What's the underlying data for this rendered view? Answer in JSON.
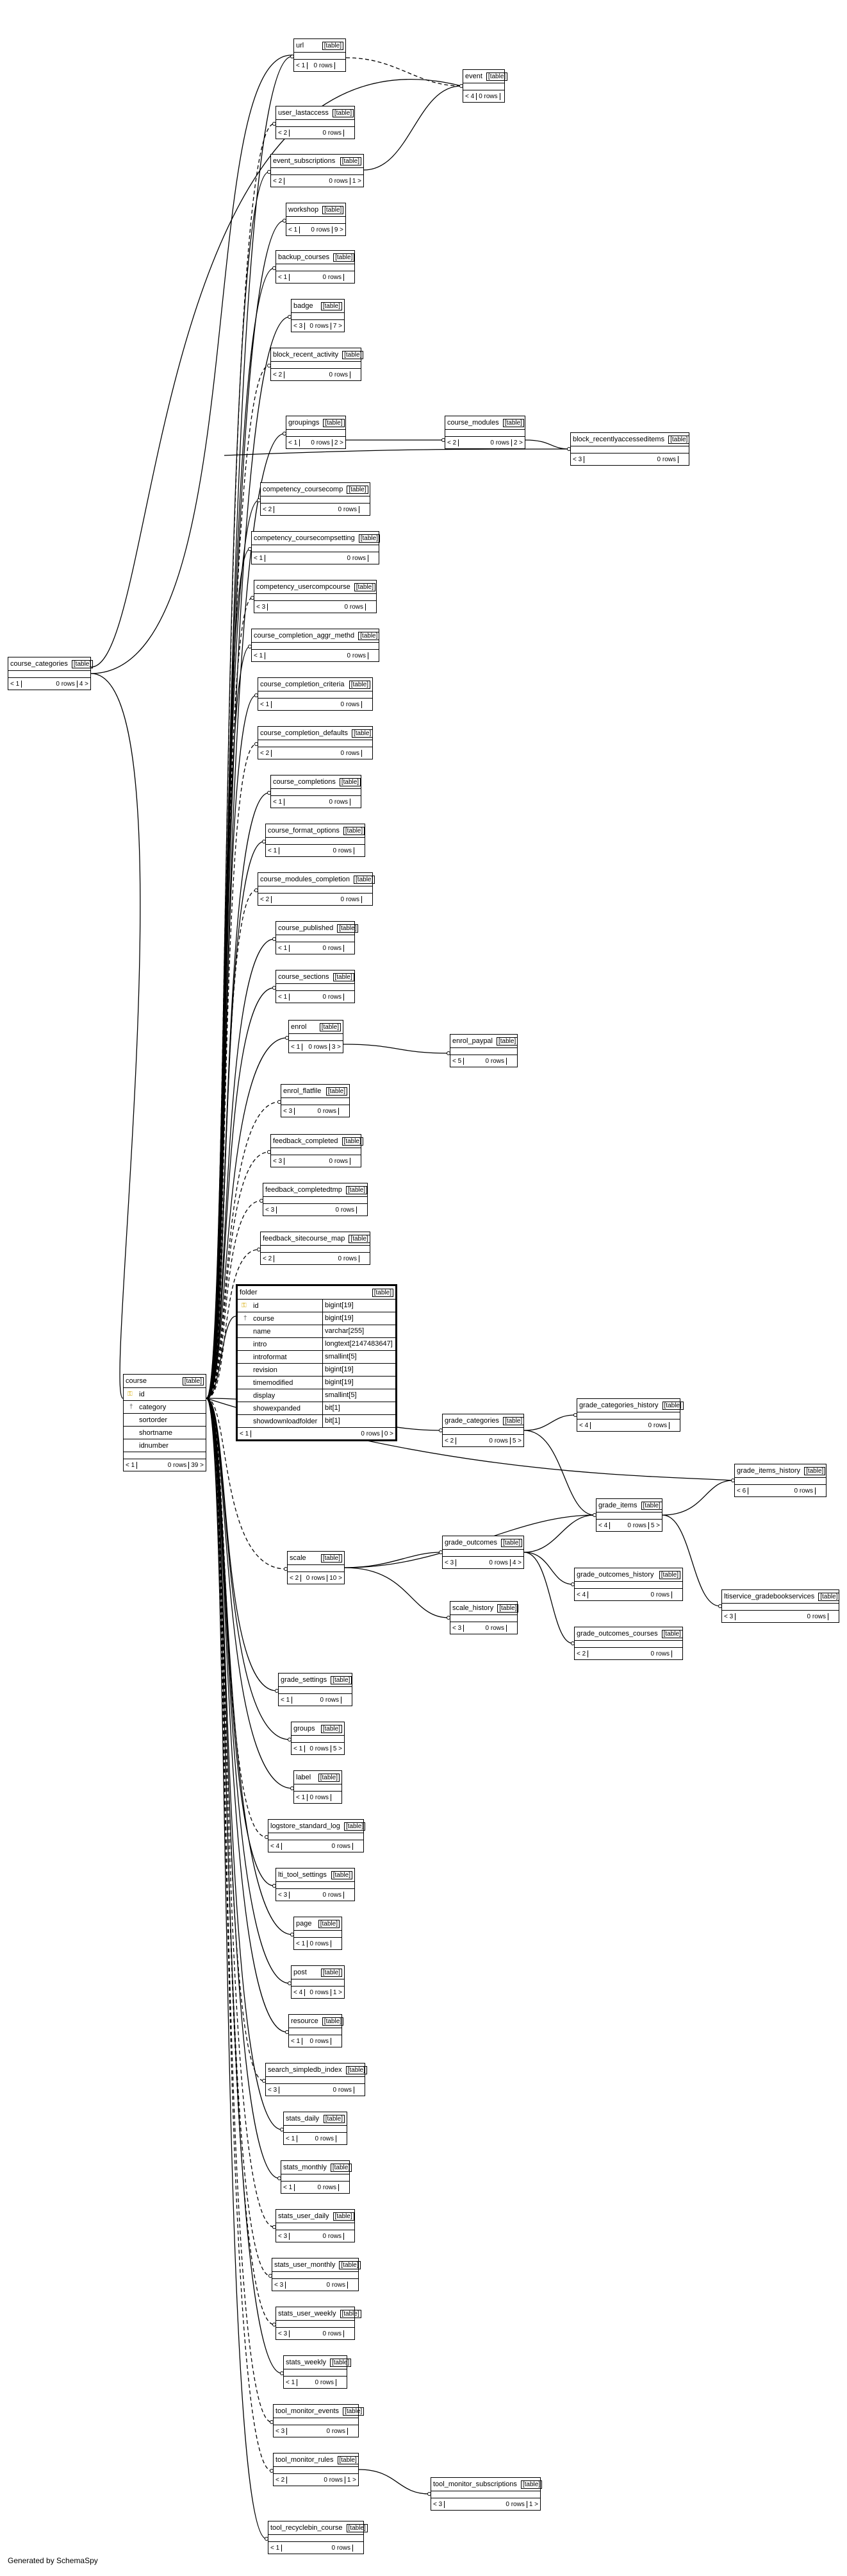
{
  "footer": "Generated by SchemaSpy",
  "table_tag": "[table]",
  "focus": {
    "name": "folder",
    "tag": "[table]",
    "columns": [
      {
        "name": "id",
        "type": "bigint[19]",
        "pk": true
      },
      {
        "name": "course",
        "type": "bigint[19]",
        "fk": true
      },
      {
        "name": "name",
        "type": "varchar[255]"
      },
      {
        "name": "intro",
        "type": "longtext[2147483647]"
      },
      {
        "name": "introformat",
        "type": "smallint[5]"
      },
      {
        "name": "revision",
        "type": "bigint[19]"
      },
      {
        "name": "timemodified",
        "type": "bigint[19]"
      },
      {
        "name": "display",
        "type": "smallint[5]"
      },
      {
        "name": "showexpanded",
        "type": "bit[1]"
      },
      {
        "name": "showdownloadfolder",
        "type": "bit[1]"
      }
    ],
    "children_label": "< 1",
    "rows_label": "0 rows",
    "parents_label": "0 >"
  },
  "course": {
    "name": "course",
    "tag": "[table]",
    "columns": [
      {
        "name": "id",
        "pk": true
      },
      {
        "name": "category",
        "fk": true
      },
      {
        "name": "sortorder"
      },
      {
        "name": "shortname"
      },
      {
        "name": "idnumber"
      }
    ],
    "children_label": "< 1",
    "rows_label": "0 rows",
    "parents_label": "39 >"
  },
  "tables": [
    {
      "id": "url",
      "name": "url",
      "c": "< 1",
      "r": "0 rows",
      "p": ""
    },
    {
      "id": "event",
      "name": "event",
      "c": "< 4",
      "r": "0 rows",
      "p": ""
    },
    {
      "id": "user_lastaccess",
      "name": "user_lastaccess",
      "c": "< 2",
      "r": "0 rows",
      "p": ""
    },
    {
      "id": "event_subscriptions",
      "name": "event_subscriptions",
      "c": "< 2",
      "r": "0 rows",
      "p": "1 >"
    },
    {
      "id": "workshop",
      "name": "workshop",
      "c": "< 1",
      "r": "0 rows",
      "p": "9 >"
    },
    {
      "id": "backup_courses",
      "name": "backup_courses",
      "c": "< 1",
      "r": "0 rows",
      "p": ""
    },
    {
      "id": "badge",
      "name": "badge",
      "c": "< 3",
      "r": "0 rows",
      "p": "7 >"
    },
    {
      "id": "block_recent_activity",
      "name": "block_recent_activity",
      "c": "< 2",
      "r": "0 rows",
      "p": ""
    },
    {
      "id": "groupings",
      "name": "groupings",
      "c": "< 1",
      "r": "0 rows",
      "p": "2 >"
    },
    {
      "id": "course_modules",
      "name": "course_modules",
      "c": "< 2",
      "r": "0 rows",
      "p": "2 >"
    },
    {
      "id": "block_recentlyaccesseditems",
      "name": "block_recentlyaccesseditems",
      "c": "< 3",
      "r": "0 rows",
      "p": ""
    },
    {
      "id": "competency_coursecomp",
      "name": "competency_coursecomp",
      "c": "< 2",
      "r": "0 rows",
      "p": ""
    },
    {
      "id": "competency_coursecompsetting",
      "name": "competency_coursecompsetting",
      "c": "< 1",
      "r": "0 rows",
      "p": ""
    },
    {
      "id": "competency_usercompcourse",
      "name": "competency_usercompcourse",
      "c": "< 3",
      "r": "0 rows",
      "p": ""
    },
    {
      "id": "course_completion_aggr_methd",
      "name": "course_completion_aggr_methd",
      "c": "< 1",
      "r": "0 rows",
      "p": ""
    },
    {
      "id": "course_completion_criteria",
      "name": "course_completion_criteria",
      "c": "< 1",
      "r": "0 rows",
      "p": ""
    },
    {
      "id": "course_completion_defaults",
      "name": "course_completion_defaults",
      "c": "< 2",
      "r": "0 rows",
      "p": ""
    },
    {
      "id": "course_completions",
      "name": "course_completions",
      "c": "< 1",
      "r": "0 rows",
      "p": ""
    },
    {
      "id": "course_format_options",
      "name": "course_format_options",
      "c": "< 1",
      "r": "0 rows",
      "p": ""
    },
    {
      "id": "course_modules_completion",
      "name": "course_modules_completion",
      "c": "< 2",
      "r": "0 rows",
      "p": ""
    },
    {
      "id": "course_published",
      "name": "course_published",
      "c": "< 1",
      "r": "0 rows",
      "p": ""
    },
    {
      "id": "course_sections",
      "name": "course_sections",
      "c": "< 1",
      "r": "0 rows",
      "p": ""
    },
    {
      "id": "enrol",
      "name": "enrol",
      "c": "< 1",
      "r": "0 rows",
      "p": "3 >"
    },
    {
      "id": "enrol_paypal",
      "name": "enrol_paypal",
      "c": "< 5",
      "r": "0 rows",
      "p": ""
    },
    {
      "id": "enrol_flatfile",
      "name": "enrol_flatfile",
      "c": "< 3",
      "r": "0 rows",
      "p": ""
    },
    {
      "id": "feedback_completed",
      "name": "feedback_completed",
      "c": "< 3",
      "r": "0 rows",
      "p": ""
    },
    {
      "id": "feedback_completedtmp",
      "name": "feedback_completedtmp",
      "c": "< 3",
      "r": "0 rows",
      "p": ""
    },
    {
      "id": "feedback_sitecourse_map",
      "name": "feedback_sitecourse_map",
      "c": "< 2",
      "r": "0 rows",
      "p": ""
    },
    {
      "id": "course_categories",
      "name": "course_categories",
      "c": "< 1",
      "r": "0 rows",
      "p": "4 >"
    },
    {
      "id": "grade_categories",
      "name": "grade_categories",
      "c": "< 2",
      "r": "0 rows",
      "p": "5 >"
    },
    {
      "id": "grade_categories_history",
      "name": "grade_categories_history",
      "c": "< 4",
      "r": "0 rows",
      "p": ""
    },
    {
      "id": "grade_items_history",
      "name": "grade_items_history",
      "c": "< 6",
      "r": "0 rows",
      "p": ""
    },
    {
      "id": "grade_items",
      "name": "grade_items",
      "c": "< 4",
      "r": "0 rows",
      "p": "5 >"
    },
    {
      "id": "scale",
      "name": "scale",
      "c": "< 2",
      "r": "0 rows",
      "p": "10 >"
    },
    {
      "id": "grade_outcomes",
      "name": "grade_outcomes",
      "c": "< 3",
      "r": "0 rows",
      "p": "4 >"
    },
    {
      "id": "grade_outcomes_history",
      "name": "grade_outcomes_history",
      "c": "< 4",
      "r": "0 rows",
      "p": ""
    },
    {
      "id": "fbservice_gradebookservices",
      "name": "ltiservice_gradebookservices",
      "c": "< 3",
      "r": "0 rows",
      "p": ""
    },
    {
      "id": "scale_history",
      "name": "scale_history",
      "c": "< 3",
      "r": "0 rows",
      "p": ""
    },
    {
      "id": "grade_outcomes_courses",
      "name": "grade_outcomes_courses",
      "c": "< 2",
      "r": "0 rows",
      "p": ""
    },
    {
      "id": "grade_settings",
      "name": "grade_settings",
      "c": "< 1",
      "r": "0 rows",
      "p": ""
    },
    {
      "id": "groups",
      "name": "groups",
      "c": "< 1",
      "r": "0 rows",
      "p": "5 >"
    },
    {
      "id": "label",
      "name": "label",
      "c": "< 1",
      "r": "0 rows",
      "p": ""
    },
    {
      "id": "logstore_standard_log",
      "name": "logstore_standard_log",
      "c": "< 4",
      "r": "0 rows",
      "p": ""
    },
    {
      "id": "lti_tool_settings",
      "name": "lti_tool_settings",
      "c": "< 3",
      "r": "0 rows",
      "p": ""
    },
    {
      "id": "page",
      "name": "page",
      "c": "< 1",
      "r": "0 rows",
      "p": ""
    },
    {
      "id": "post",
      "name": "post",
      "c": "< 4",
      "r": "0 rows",
      "p": "1 >"
    },
    {
      "id": "resource",
      "name": "resource",
      "c": "< 1",
      "r": "0 rows",
      "p": ""
    },
    {
      "id": "search_simpledb_index",
      "name": "search_simpledb_index",
      "c": "< 3",
      "r": "0 rows",
      "p": ""
    },
    {
      "id": "stats_daily",
      "name": "stats_daily",
      "c": "< 1",
      "r": "0 rows",
      "p": ""
    },
    {
      "id": "stats_monthly",
      "name": "stats_monthly",
      "c": "< 1",
      "r": "0 rows",
      "p": ""
    },
    {
      "id": "stats_user_daily",
      "name": "stats_user_daily",
      "c": "< 3",
      "r": "0 rows",
      "p": ""
    },
    {
      "id": "stats_user_monthly",
      "name": "stats_user_monthly",
      "c": "< 3",
      "r": "0 rows",
      "p": ""
    },
    {
      "id": "stats_user_weekly",
      "name": "stats_user_weekly",
      "c": "< 3",
      "r": "0 rows",
      "p": ""
    },
    {
      "id": "stats_weekly",
      "name": "stats_weekly",
      "c": "< 1",
      "r": "0 rows",
      "p": ""
    },
    {
      "id": "tool_monitor_events",
      "name": "tool_monitor_events",
      "c": "< 3",
      "r": "0 rows",
      "p": ""
    },
    {
      "id": "tool_monitor_rules",
      "name": "tool_monitor_rules",
      "c": "< 2",
      "r": "0 rows",
      "p": "1 >"
    },
    {
      "id": "tool_monitor_subscriptions",
      "name": "tool_monitor_subscriptions",
      "c": "< 3",
      "r": "0 rows",
      "p": "1 >"
    },
    {
      "id": "tool_recyclebin_course",
      "name": "tool_recyclebin_course",
      "c": "< 1",
      "r": "0 rows",
      "p": ""
    }
  ]
}
